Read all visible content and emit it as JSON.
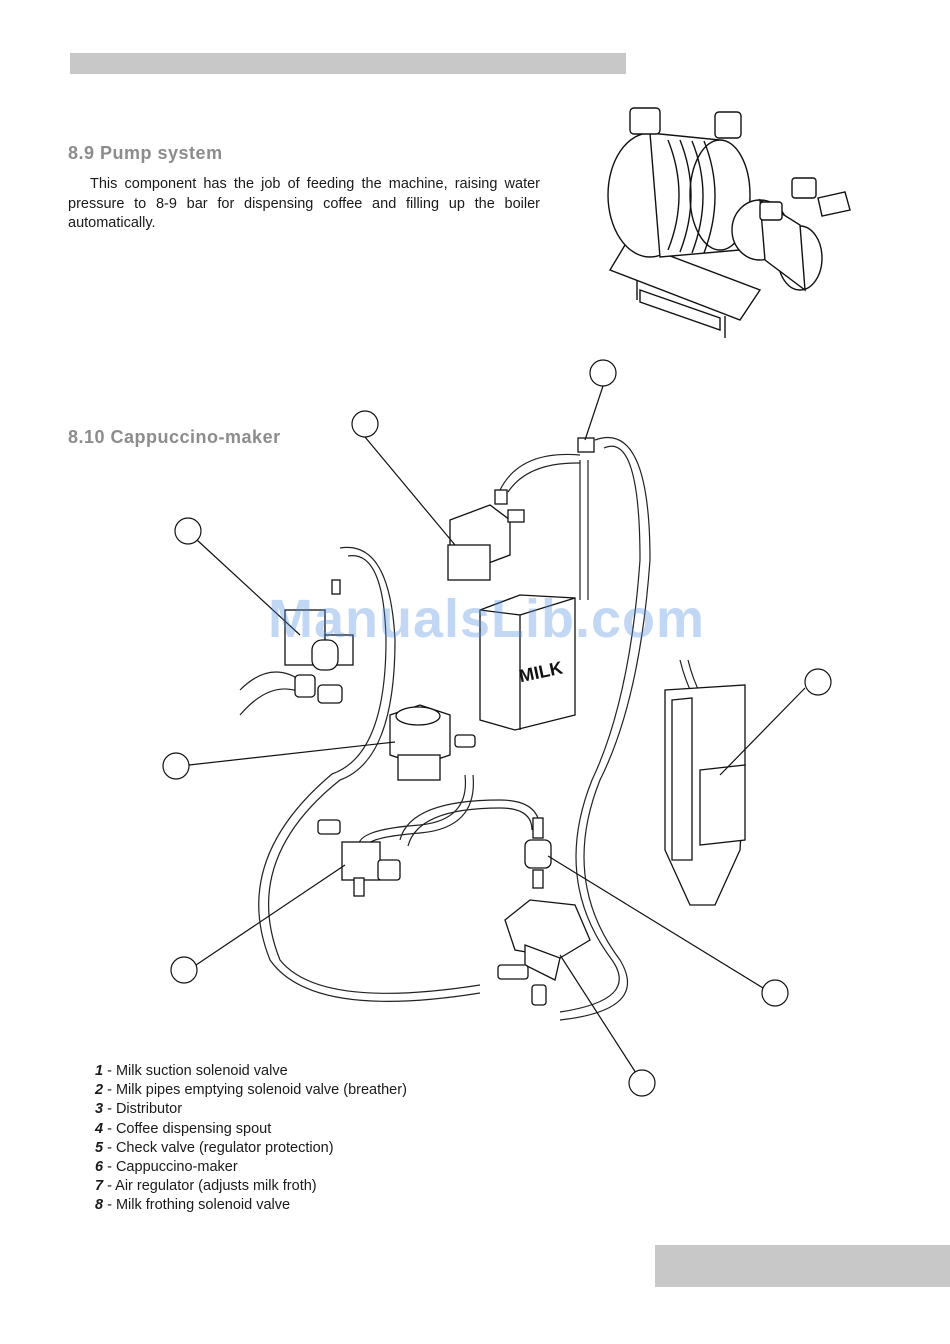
{
  "sections": {
    "pump": {
      "heading": "8.9  Pump system",
      "body": "This component has the job of feeding the machine, raising water pressure to 8-9 bar for dispensing coffee and filling up the boiler automatically."
    },
    "cappuccino": {
      "heading": "8.10 Cappuccino-maker"
    }
  },
  "figure": {
    "milk_label": "MILK"
  },
  "watermark": "ManualsLib.com",
  "legend": [
    {
      "num": "1",
      "text": " - Milk suction solenoid valve"
    },
    {
      "num": "2",
      "text": " - Milk pipes emptying solenoid valve (breather)"
    },
    {
      "num": "3",
      "text": " - Distributor"
    },
    {
      "num": "4",
      "text": " - Coffee dispensing spout"
    },
    {
      "num": "5",
      "text": " - Check valve (regulator protection)"
    },
    {
      "num": "6",
      "text": " - Cappuccino-maker"
    },
    {
      "num": "7",
      "text": " - Air regulator (adjusts milk froth)"
    },
    {
      "num": "8",
      "text": " - Milk frothing solenoid valve"
    }
  ]
}
